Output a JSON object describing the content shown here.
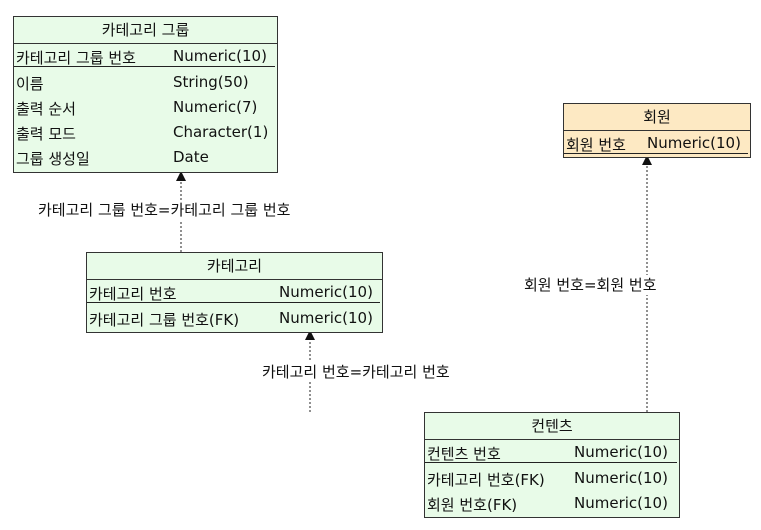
{
  "entities": {
    "category_group": {
      "title": "카테고리 그룹",
      "attributes": [
        {
          "name": "카테고리 그룹 번호",
          "type": "Numeric(10)",
          "pk": true
        },
        {
          "name": "이름",
          "type": "String(50)"
        },
        {
          "name": "출력 순서",
          "type": "Numeric(7)"
        },
        {
          "name": "출력 모드",
          "type": "Character(1)"
        },
        {
          "name": "그룹 생성일",
          "type": "Date"
        }
      ]
    },
    "member": {
      "title": "회원",
      "attributes": [
        {
          "name": "회원 번호",
          "type": "Numeric(10)",
          "pk": true
        }
      ]
    },
    "category": {
      "title": "카테고리",
      "attributes": [
        {
          "name": "카테고리 번호",
          "type": "Numeric(10)",
          "pk": true
        },
        {
          "name": "카테고리 그룹 번호(FK)",
          "type": "Numeric(10)"
        }
      ]
    },
    "contents": {
      "title": "컨텐츠",
      "attributes": [
        {
          "name": "컨텐츠 번호",
          "type": "Numeric(10)",
          "pk": true
        },
        {
          "name": "카테고리 번호(FK)",
          "type": "Numeric(10)"
        },
        {
          "name": "회원 번호(FK)",
          "type": "Numeric(10)"
        }
      ]
    }
  },
  "relationships": {
    "group_to_category": "카테고리 그룹 번호=카테고리 그룹 번호",
    "member_to_contents": "회원 번호=회원 번호",
    "category_to_contents": "카테고리 번호=카테고리 번호"
  },
  "colors": {
    "entity_fill": "#e8fbe8",
    "member_fill": "#fde9c3",
    "line": "#222222"
  }
}
